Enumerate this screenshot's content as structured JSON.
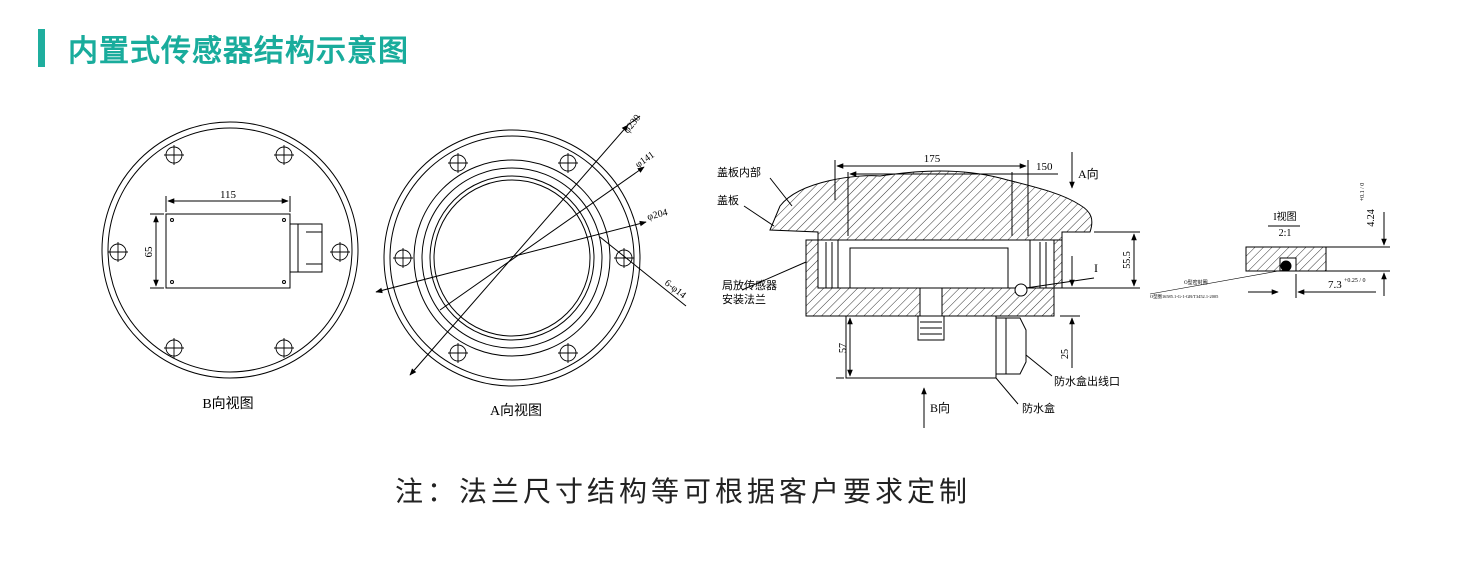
{
  "header": {
    "title": "内置式传感器结构示意图",
    "accent_color": "#19ac9c"
  },
  "note": "注：法兰尺寸结构等可根据客户要求定制",
  "views": {
    "b_view": {
      "caption": "B向视图",
      "dim_width": "115",
      "dim_height": "65"
    },
    "a_view": {
      "caption": "A向视图",
      "dim_230": "φ230",
      "dim_141": "φ141",
      "dim_204": "φ204",
      "dim_holes": "6-φ14"
    },
    "section": {
      "dim_175": "175",
      "dim_150": "150",
      "arrow_a": "A向",
      "arrow_b": "B向",
      "label_cover_inner": "盖板内部",
      "label_cover": "盖板",
      "label_flange_1": "局放传感器",
      "label_flange_2": "安装法兰",
      "dim_55": "55.5",
      "dim_57": "57",
      "dim_25": "25",
      "mark_i": "I",
      "label_outlet": "防水盒出线口",
      "label_box": "防水盒"
    },
    "detail": {
      "title": "I视图",
      "scale": "2:1",
      "dim_424": "4.24",
      "tol_424": "+0.1 / 0",
      "dim_73": "7.3",
      "tol_73": "+0.25 / 0",
      "oring_label": "O型密封圈",
      "oring_spec": "O型圈16585.1-G-1-GB/T3452.1-2005"
    }
  }
}
